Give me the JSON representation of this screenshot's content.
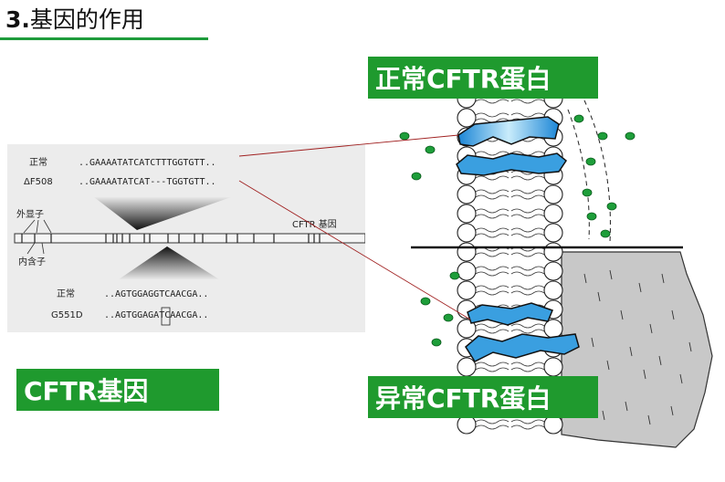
{
  "title": {
    "number": "3.",
    "text": "基因的作用"
  },
  "labels": {
    "normal_protein": "正常CFTR蛋白",
    "abnormal_protein": "异常CFTR蛋白",
    "cftr_gene": "CFTR基因"
  },
  "gene_panel": {
    "rows_top": [
      {
        "name": "正常",
        "sequence": "..GAAAATATCATCTTTGGTGTT.."
      },
      {
        "name": "ΔF508",
        "sequence": "..GAAAATATCAT---TGGTGTT.."
      }
    ],
    "rows_bottom": [
      {
        "name": "正常",
        "sequence": "..AGTGGAGGTCAACGA.."
      },
      {
        "name": "G551D",
        "sequence": "..AGTGGAGATCAACGA.."
      }
    ],
    "exon_label": "外显子",
    "intron_label": "内含子",
    "gene_label": "CFTR 基因"
  },
  "colors": {
    "green_label": "#1f9a2e",
    "title_rule": "#1e9b3c",
    "protein_blue": "#3a9fe0",
    "molecule_green": "#1e9e3a",
    "cell_gray": "#c8c8c8",
    "connector_red": "#a02020"
  }
}
